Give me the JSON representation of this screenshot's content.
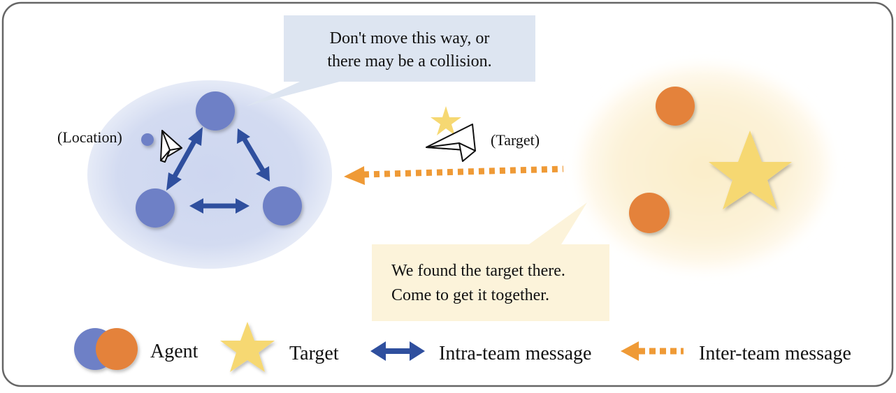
{
  "speech_bubbles": {
    "blue_team": {
      "line1": "Don't move this way, or",
      "line2": "there may be a collision."
    },
    "orange_team": {
      "line1": "We found the target there.",
      "line2": "Come to get it together."
    }
  },
  "labels": {
    "location": "(Location)",
    "target": "(Target)"
  },
  "legend": {
    "agent": "Agent",
    "target": "Target",
    "intra_team_message": "Intra-team message",
    "inter_team_message": "Inter-team message"
  },
  "colors": {
    "blue_agent": "#6e80c6",
    "blue_team_region": "#d9e0f2",
    "orange_agent": "#e4823a",
    "orange_team_region": "#fbf1d6",
    "target_star": "#f6d872",
    "intra_arrow": "#2f4f9e",
    "inter_arrow": "#ef9a36",
    "bubble_blue": "#dde5f1",
    "bubble_yellow": "#fcf3da"
  },
  "icons": [
    "paper-plane-icon",
    "star-icon"
  ]
}
